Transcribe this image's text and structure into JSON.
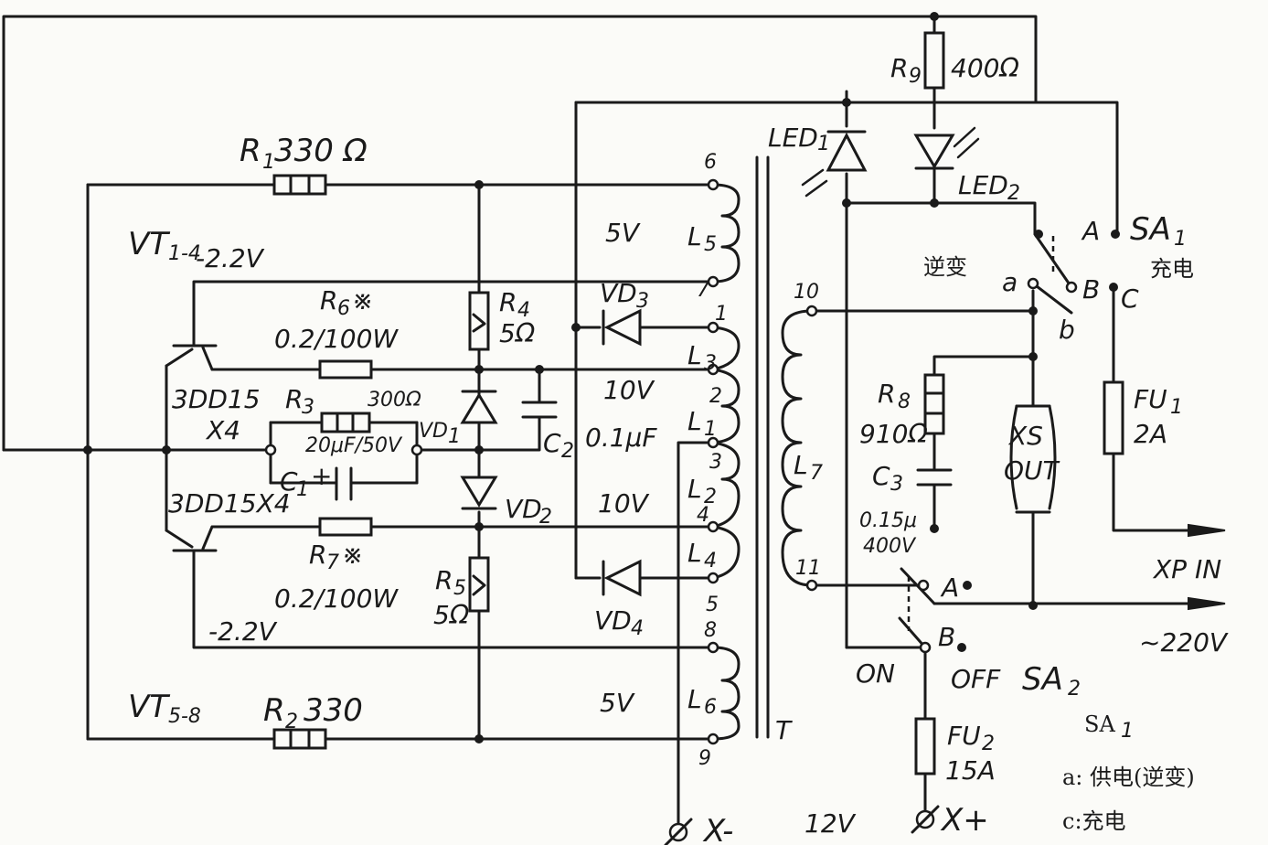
{
  "labels": {
    "r1": "R",
    "r1_sub": "1",
    "r1_val": "330 Ω",
    "r2": "R",
    "r2_sub": "2",
    "r2_val": "330",
    "r3": "R",
    "r3_sub": "3",
    "r3_val": "300Ω",
    "r4": "R",
    "r4_sub": "4",
    "r4_val": "5Ω",
    "r5": "R",
    "r5_sub": "5",
    "r5_val": "5Ω",
    "r6": "R",
    "r6_sub": "6",
    "r6_star": "※",
    "r6_val": "0.2/100W",
    "r7": "R",
    "r7_sub": "7",
    "r7_star": "※",
    "r7_val": "0.2/100W",
    "r8": "R",
    "r8_sub": "8",
    "r8_val": "910Ω",
    "r9": "R",
    "r9_sub": "9",
    "r9_val": "400Ω",
    "c1": "C",
    "c1_sub": "1",
    "c1_plus": "+",
    "c1_val": "20μF/50V",
    "c2": "C",
    "c2_sub": "2",
    "c2_val": "0.1μF",
    "c3": "C",
    "c3_sub": "3",
    "c3_val1": "0.15μ",
    "c3_val2": "400V",
    "vd1": "VD",
    "vd1_sub": "1",
    "vd2": "VD",
    "vd2_sub": "2",
    "vd3": "VD",
    "vd3_sub": "3",
    "vd4": "VD",
    "vd4_sub": "4",
    "led1": "LED",
    "led1_sub": "1",
    "led2": "LED",
    "led2_sub": "2",
    "vt14": "VT",
    "vt14_sub": "1-4",
    "vt14_v": "-2.2V",
    "vt58": "VT",
    "vt58_sub": "5-8",
    "vt58_v": "-2.2V",
    "q_top1": "3DD15",
    "q_top2": "X4",
    "q_bot": "3DD15X4",
    "l1": "L",
    "l1_sub": "1",
    "l2": "L",
    "l2_sub": "2",
    "l3": "L",
    "l3_sub": "3",
    "l4": "L",
    "l4_sub": "4",
    "l5": "L",
    "l5_sub": "5",
    "l6": "L",
    "l6_sub": "6",
    "l7": "L",
    "l7_sub": "7",
    "v5_top": "5V",
    "v10_a": "10V",
    "v10_b": "10V",
    "v5_bot": "5V",
    "t": "T",
    "pin1": "1",
    "pin2": "2",
    "pin3": "3",
    "pin4": "4",
    "pin5": "5",
    "pin6": "6",
    "pin7": "7",
    "pin8": "8",
    "pin9": "9",
    "pin10": "10",
    "pin11": "11",
    "sa1": "SA",
    "sa1_sub": "1",
    "sa1_a": "A",
    "sa1_b": "B",
    "sa1_c": "C",
    "sa1_a_small": "a",
    "sa1_b_small": "b",
    "inverter": "逆变",
    "charge": "充电",
    "sa2": "SA",
    "sa2_sub": "2",
    "sa2_a": "A",
    "sa2_b": "B",
    "on": "ON",
    "off": "OFF",
    "fu1": "FU",
    "fu1_sub": "1",
    "fu1_val": "2A",
    "fu2": "FU",
    "fu2_sub": "2",
    "fu2_val": "15A",
    "xs1": "XS",
    "xs2": "OUT",
    "xp": "XP IN",
    "ac": "~220V",
    "xminus": "X-",
    "xplus": "X+",
    "v12": "12V",
    "legend_title": "SA",
    "legend_title_sub": "1",
    "legend_a": "a: 供电(逆变)",
    "legend_c": "c:充电"
  }
}
